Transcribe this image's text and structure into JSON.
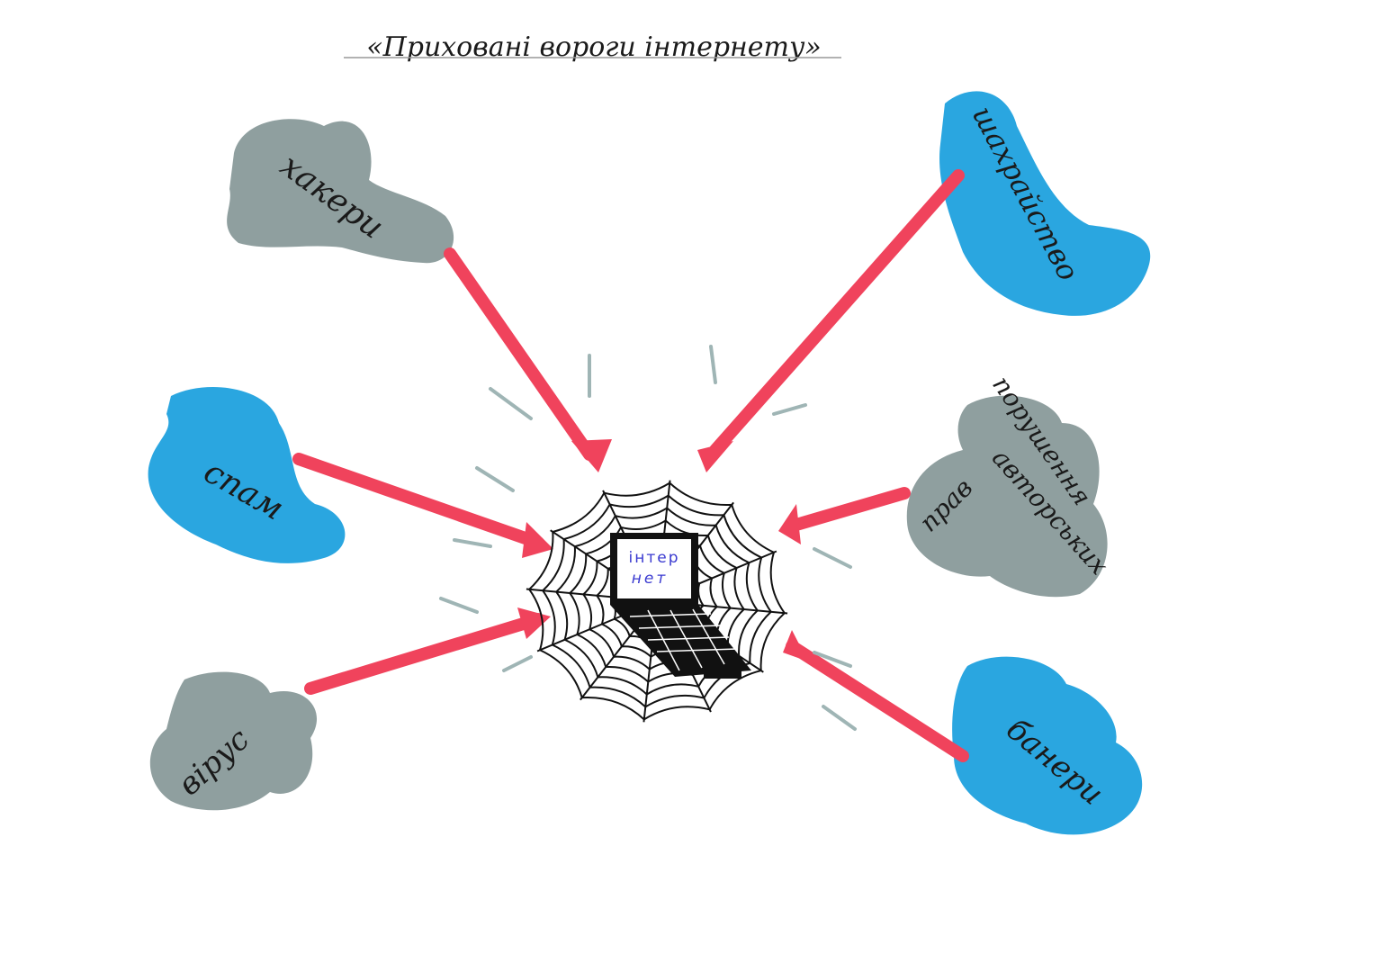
{
  "title": "«Приховані вороги інтернету»",
  "center": {
    "line1": "інтер",
    "line2": "нет"
  },
  "threats": [
    {
      "label": "хакери",
      "color": "#8f9f9f"
    },
    {
      "label": "шахрайство",
      "color": "#2aa6e0"
    },
    {
      "label": "спам",
      "color": "#2aa6e0"
    },
    {
      "label": "порушення",
      "label2": "авторських",
      "label3": "прав",
      "color": "#8f9f9f"
    },
    {
      "label": "вірус",
      "color": "#8f9f9f"
    },
    {
      "label": "банери",
      "color": "#2aa6e0"
    }
  ],
  "colors": {
    "arrow": "#f0435c",
    "web": "#111111",
    "center_text": "#3a3ad0"
  }
}
